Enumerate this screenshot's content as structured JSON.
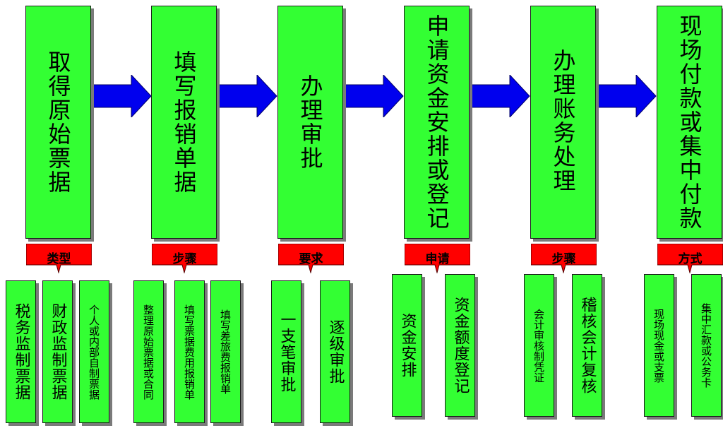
{
  "colors": {
    "box": "#33ff33",
    "arrow": "#0000ee",
    "tag": "#ff0000"
  },
  "main_steps": [
    "取得原始票据",
    "填写报销单据",
    "办理审批",
    "申请资金安排或登记",
    "办理账务处理",
    "现场付款或集中付款"
  ],
  "tags": [
    "类型",
    "步骤",
    "要求",
    "申请",
    "步骤",
    "方式"
  ],
  "details": [
    [
      "税务监制票据",
      "财政监制票据",
      "个人或内部自制票据"
    ],
    [
      "整理原始票据或合同",
      "填写票据费用报销单",
      "填写差旅费报销单"
    ],
    [
      "一支笔审批",
      "逐级审批"
    ],
    [
      "资金安排",
      "资金额度登记"
    ],
    [
      "会计审核制凭证",
      "稽核会计复核"
    ],
    [
      "现场现金或支票",
      "集中汇款或公务卡"
    ]
  ]
}
